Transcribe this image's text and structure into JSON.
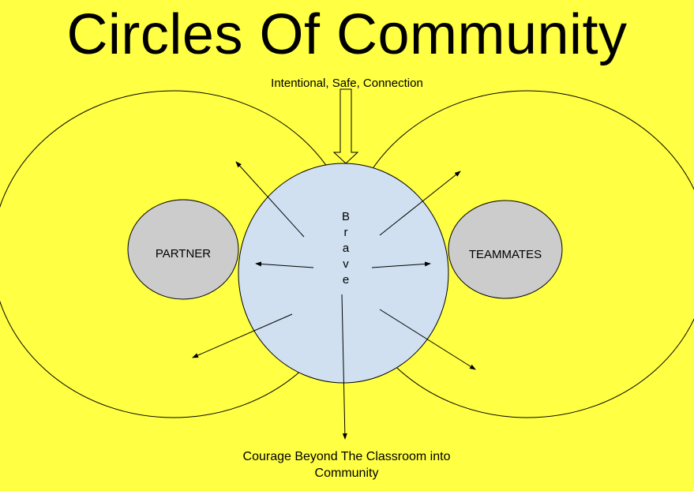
{
  "title": "Circles Of Community",
  "subtitle": "Intentional, Safe, Connection",
  "left_circle_label": "PARTNER",
  "right_circle_label": "TEAMMATES",
  "center_letters": [
    "B",
    "r",
    "a",
    "v",
    "e"
  ],
  "bottom_text_line1": "Courage Beyond The Classroom into",
  "bottom_text_line2": "Community",
  "colors": {
    "background": "#ffff44",
    "center_fill": "#d0e0f0",
    "small_circle_fill": "#cccccc",
    "stroke": "#000000"
  }
}
